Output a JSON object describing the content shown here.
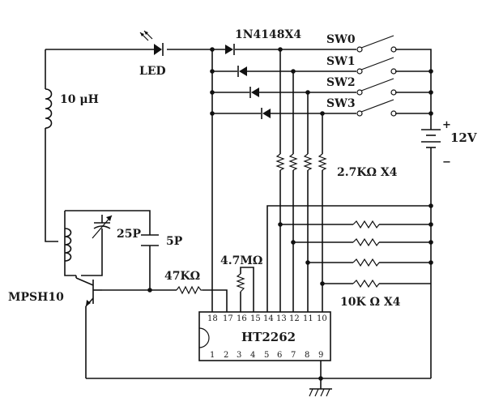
{
  "labels": {
    "diode_array": "1N4148X4",
    "led": "LED",
    "sw0": "SW0",
    "sw1": "SW1",
    "sw2": "SW2",
    "sw3": "SW3",
    "battery": "12V",
    "battery_plus": "+",
    "battery_minus": "−",
    "pullup_resistors": "2.7KΩ X4",
    "inductor": "10 μH",
    "variable_cap": "25P",
    "cap": "5P",
    "res_4m7": "4.7MΩ",
    "res_47k": "47KΩ",
    "pulldown_resistors": "10K Ω  X4",
    "transistor": "MPSH10",
    "ic": "HT2262"
  },
  "ic_pins_top": [
    "18",
    "17",
    "16",
    "15",
    "14",
    "13",
    "12",
    "11",
    "10"
  ],
  "ic_pins_bottom": [
    "1",
    "2",
    "3",
    "4",
    "5",
    "6",
    "7",
    "8",
    "9"
  ]
}
